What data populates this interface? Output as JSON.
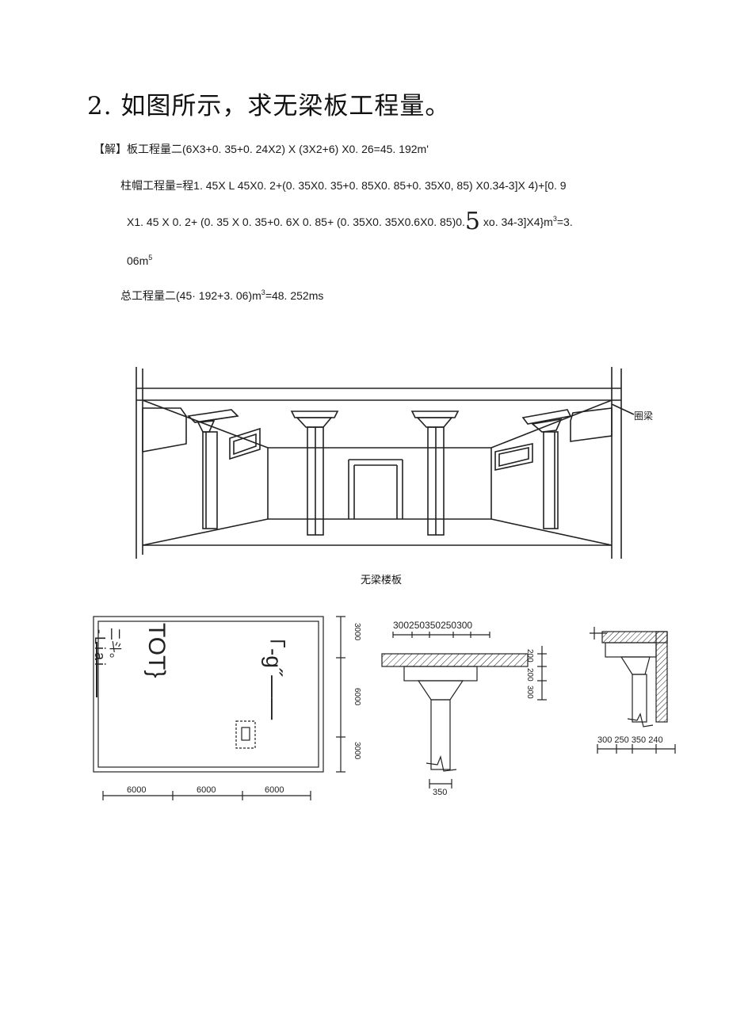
{
  "title": "2. 如图所示，求无梁板工程量。",
  "solution": {
    "line1": "【解】板工程量二(6X3+0. 35+0. 24X2) X (3X2+6) X0. 26=45. 192m'",
    "line2": "柱帽工程量=程1. 45X L 45X0. 2+(0. 35X0. 35+0. 85X0. 85+0. 35X0, 85) X0.34-3]X 4)+[0. 9",
    "line3_a": "X1. 45 X 0. 2+ (0. 35 X 0. 35+0. 6X 0. 85+ (0. 35X0. 35X0.6X0. 85)0.",
    "line3_big": "5",
    "line3_b": "xo. 34-3]X4}m",
    "line3_sup": "3",
    "line3_c": "=3.",
    "line4_a": "06m",
    "line4_sup": "5",
    "line5_a": "总工程量二(45·   192+3. 06)m",
    "line5_sup": "3",
    "line5_b": "=48. 252ms"
  },
  "figure": {
    "label_ring_beam": "圈梁",
    "caption": "无梁楼板"
  },
  "plan": {
    "rot_text_1": "-Liai",
    "rot_text_2": "二斗。",
    "rot_text_3": "TOT}",
    "rot_text_4": "「-g˝——",
    "dims_bottom": [
      "6000",
      "6000",
      "6000"
    ],
    "dims_side": [
      "3000",
      "6000",
      "3000"
    ]
  },
  "section": {
    "dims_top": "300250350250300",
    "dims_side": [
      "200",
      "200",
      "300"
    ],
    "dim_col": "350"
  },
  "edge_detail": {
    "dims_bottom": "300 250 350 240"
  }
}
